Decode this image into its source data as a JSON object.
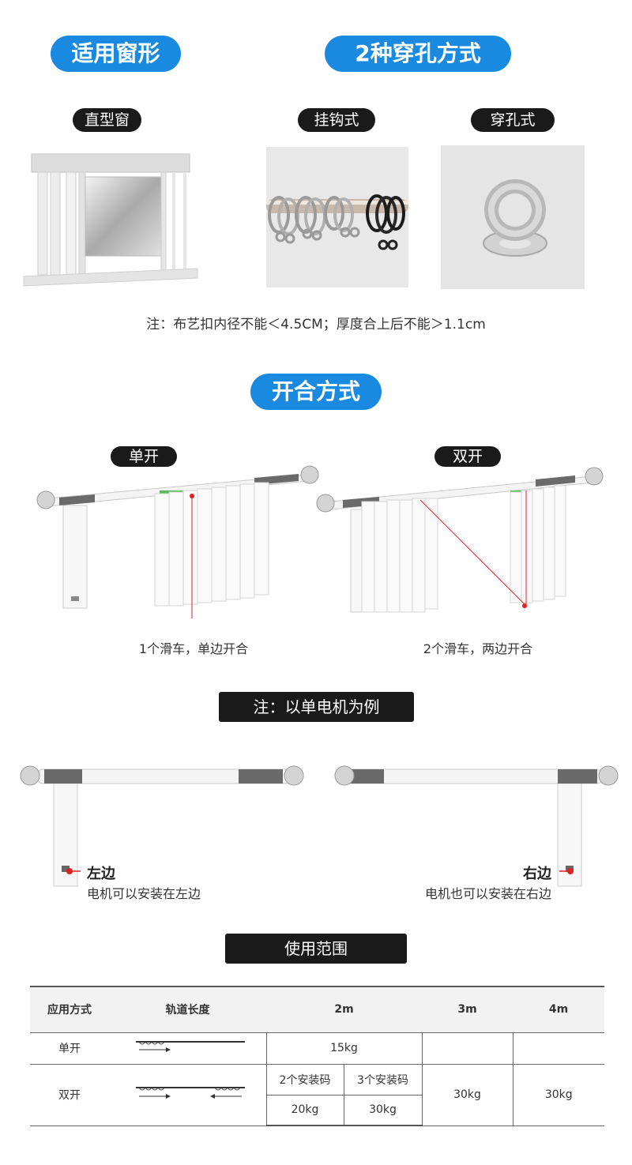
{
  "section_window": {
    "title": "适用窗形",
    "type_label": "直型窗"
  },
  "section_holes": {
    "title": "2种穿孔方式",
    "hook_label": "挂钩式",
    "grommet_label": "穿孔式"
  },
  "note_size": "注：布艺扣内径不能＜4.5CM；厚度合上后不能＞1.1cm",
  "section_open": {
    "title": "开合方式",
    "single_label": "单开",
    "double_label": "双开",
    "single_caption": "1个滑车，单边开合",
    "double_caption": "2个滑车，两边开合"
  },
  "motor_note": "注：以单电机为例",
  "motor_left": {
    "title": "左边",
    "desc": "电机可以安装在左边"
  },
  "motor_right": {
    "title": "右边",
    "desc": "电机也可以安装在右边"
  },
  "usage_title": "使用范围",
  "table": {
    "headers": [
      "应用方式",
      "轨道长度",
      "2m",
      "3m",
      "4m"
    ],
    "single": {
      "label": "单开",
      "v2m": "15kg",
      "v3m": "",
      "v4m": ""
    },
    "double": {
      "label": "双开",
      "sub1": "2个安装码",
      "sub2": "3个安装码",
      "v2m_a": "20kg",
      "v2m_b": "30kg",
      "v3m": "30kg",
      "v4m": "30kg"
    }
  },
  "colors": {
    "accent_blue": "#1a8ae0",
    "dark": "#1a1a1a",
    "marker_red": "#e02020"
  }
}
